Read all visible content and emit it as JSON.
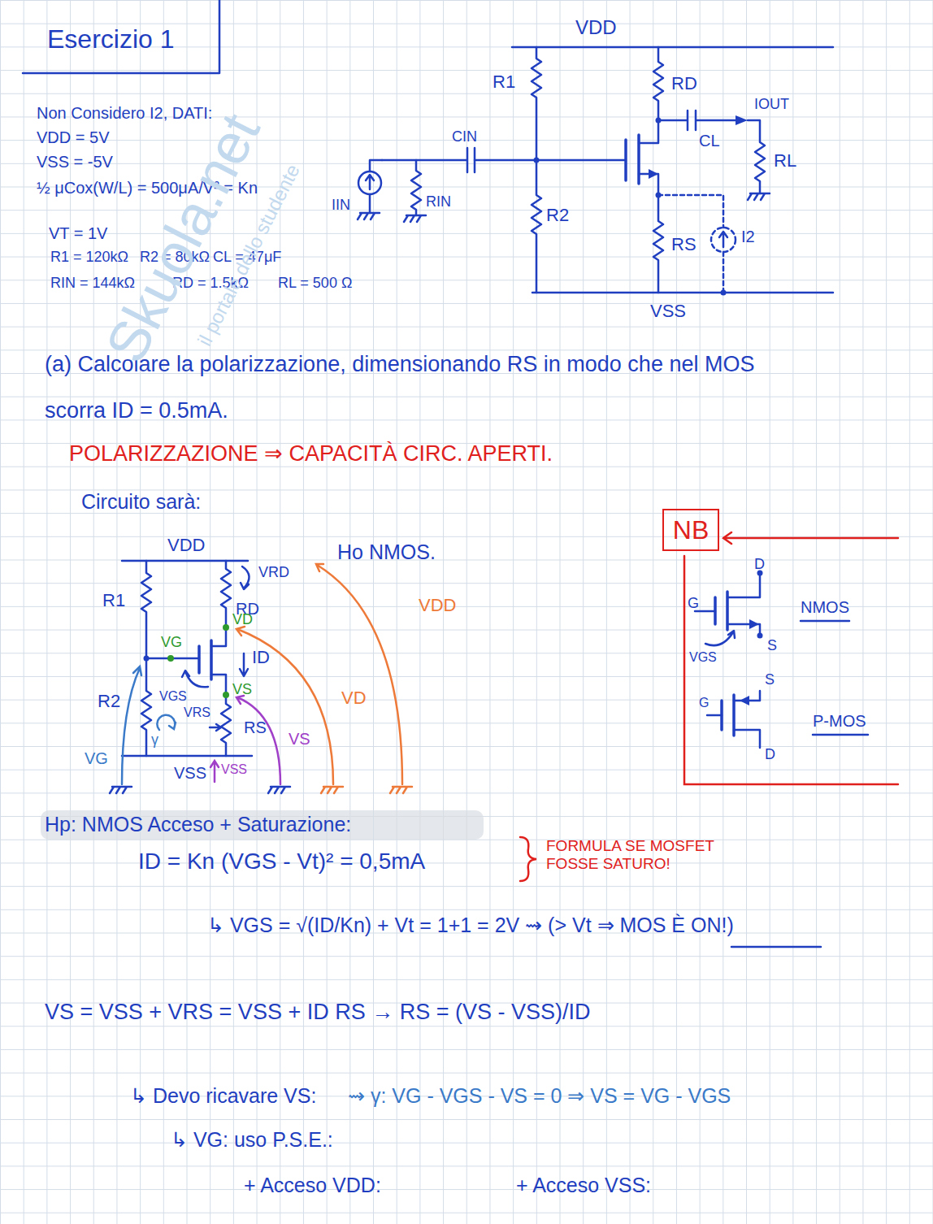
{
  "diagram": {
    "title": "Esercizio 1",
    "nodes": [
      {
        "text": [
          "NB"
        ]
      }
    ],
    "labels": [
      "VDD",
      "R1",
      "RD",
      "IOUT",
      "CIN",
      "CL",
      "RL",
      "IIN",
      "RIN",
      "R2",
      "RS",
      "I2",
      "VSS",
      "Non Considero I2, DATI:",
      "VDD = 5V",
      "VSS = -5V",
      "½ μCox(W/L) = 500μA/V² = Kn",
      "VT = 1V",
      "R1 = 120kΩ",
      "R2 = 80kΩ",
      "CL = 47μF",
      "RIN = 144kΩ",
      "RD = 1.5kΩ",
      "RL = 500 Ω",
      "(a) Calcolare la polarizzazione, dimensionando RS in modo che nel MOS scorra ID = 0.5mA.",
      "POLARIZZAZIONE ⇒ CAPACITÀ CIRC. APERTI.",
      "Circuito sarà:",
      "VDD",
      "R1",
      "RD",
      "VRD",
      "VG",
      "VD",
      "ID",
      "R2",
      "VGS",
      "VS",
      "VRS",
      "RS",
      "γ",
      "VG",
      "VSS",
      "VSS",
      "VS",
      "VD",
      "VDD",
      "Ho NMOS.",
      "D",
      "G",
      "NMOS",
      "VGS",
      "S",
      "S",
      "G",
      "P-MOS",
      "D",
      "Hp: NMOS Acceso + Saturazione:",
      "ID = Kn (VGS - Vt)² = 0,5mA",
      "FORMULA SE MOSFET FOSSE SATURO!",
      "↳ VGS = √(ID/Kn) + Vt = 1+1 = 2V ⇝ (> Vt ⇒ MOS È ON!)",
      "VS = VSS + VRS = VSS + ID RS → RS = (VS - VSS)/ID",
      "↳ Devo ricavare VS:",
      "⇝ γ: VG - VGS - VS = 0 ⇒ VS = VG - VGS",
      "↳ VG: uso P.S.E.:",
      "+ Acceso VDD:",
      "+ Acceso VSS:",
      "Skuola.net",
      "il portale dello studente"
    ]
  }
}
